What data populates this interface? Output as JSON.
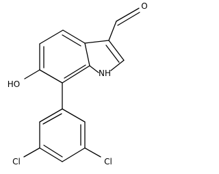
{
  "molecule": {
    "atom_labels": {
      "aldehyde_oxygen": "O",
      "hydroxyl": "HO",
      "indole_nitrogen": "NH",
      "chlorine_left": "Cl",
      "chlorine_right": "Cl"
    },
    "colors": {
      "bond": "#000000",
      "label": "#000000",
      "background": "#ffffff"
    }
  }
}
